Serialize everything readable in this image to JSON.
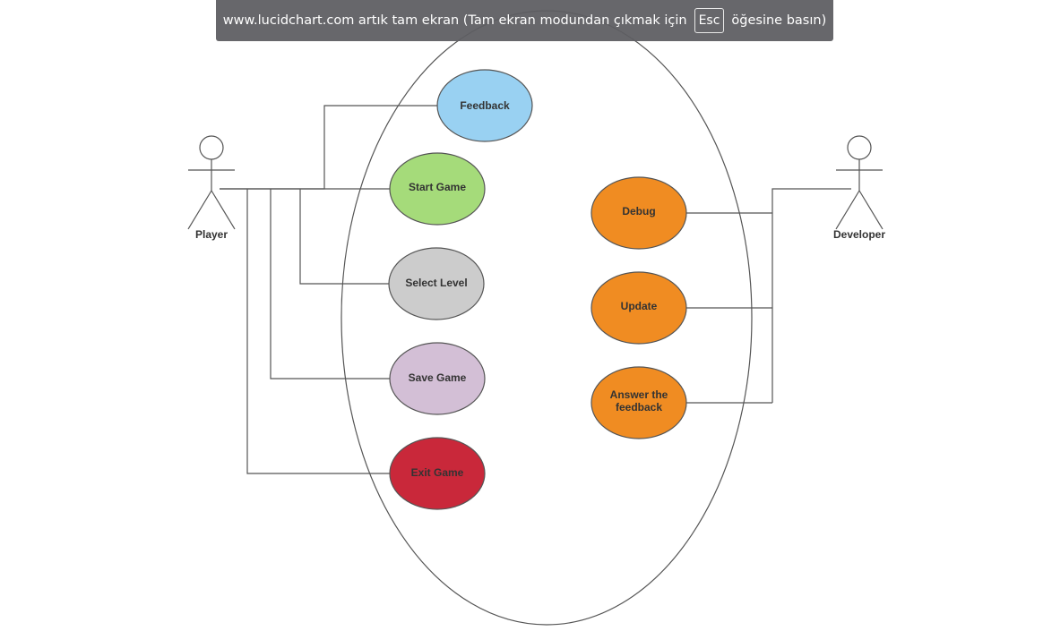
{
  "banner": {
    "text_before": "www.lucidchart.com artık tam ekran (Tam ekran modundan çıkmak için",
    "key": "Esc",
    "text_after": "öğesine basın)"
  },
  "actors": {
    "player": "Player",
    "developer": "Developer"
  },
  "use_cases": {
    "feedback": "Feedback",
    "start_game": "Start Game",
    "select_level": "Select Level",
    "save_game": "Save Game",
    "exit_game": "Exit Game",
    "debug": "Debug",
    "update": "Update",
    "answer_line1": "Answer the",
    "answer_line2": "feedback"
  },
  "colors": {
    "feedback": "#99d1f2",
    "start_game": "#a5db7a",
    "select_level": "#cccccc",
    "save_game": "#d3bfd6",
    "exit_game": "#c9283a",
    "developer_use_cases": "#f08c22",
    "line": "#555555"
  }
}
